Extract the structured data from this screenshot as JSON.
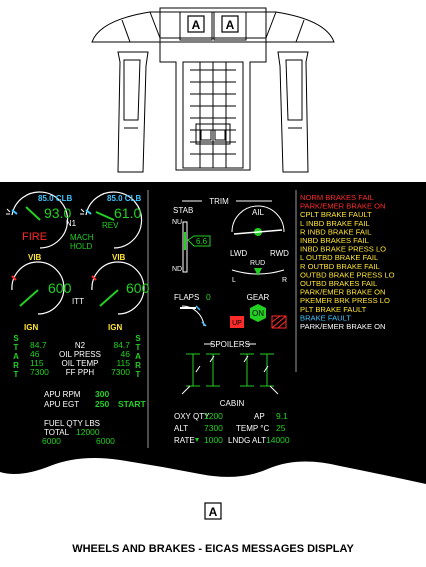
{
  "caption": "WHEELS AND BRAKES - EICAS MESSAGES DISPLAY",
  "callout": "A",
  "colors": {
    "green": "#22d022",
    "cyan": "#3fc6ff",
    "red": "#ff2a2a",
    "yellow": "#ffe533",
    "white": "#ffffff"
  },
  "engine": {
    "n1_left_target": "85.0 CLB",
    "n1_left": "93.0",
    "n1_right_target": "85.0 CLB",
    "n1_right": "61.0",
    "n1_label": "N1",
    "fire": "FIRE",
    "rev": "REV",
    "mach_hold_1": "MACH",
    "mach_hold_2": "HOLD",
    "vib_left": "VIB",
    "vib_right": "VIB",
    "itt_left": "600",
    "itt_right": "600",
    "itt_label": "ITT",
    "ign_left": "IGN",
    "ign_right": "IGN",
    "start_letters": [
      "S",
      "T",
      "A",
      "R",
      "T"
    ],
    "left_vals": [
      "84.7",
      "46",
      "115",
      "7300"
    ],
    "right_vals": [
      "84.7",
      "46",
      "115",
      "7300"
    ],
    "mid_labels": [
      "N2",
      "OIL PRESS",
      "OIL TEMP",
      "FF PPH"
    ],
    "apu_rpm_label": "APU RPM",
    "apu_rpm": "300",
    "apu_egt_label": "APU EGT",
    "apu_egt": "250",
    "apu_start": "START",
    "fuel_qty_label": "FUEL QTY LBS",
    "fuel_total_label": "TOTAL",
    "fuel_total": "12000",
    "fuel_left": "6000",
    "fuel_right": "6000"
  },
  "trim": {
    "title": "TRIM",
    "stab": "STAB",
    "nu": "NU",
    "nd": "ND",
    "stab_val": "6.6",
    "ail": "AIL",
    "lwd": "LWD",
    "rwd": "RWD",
    "rud": "RUD",
    "l": "L",
    "r": "R"
  },
  "flaps": {
    "label": "FLAPS",
    "value": "0"
  },
  "gear": {
    "label": "GEAR",
    "up": "UP",
    "on": "ON"
  },
  "spoilers": {
    "label": "SPOILERS"
  },
  "cabin": {
    "title": "CABIN",
    "oxy_label": "OXY QTY",
    "oxy": "1200",
    "ap_label": "AP",
    "ap": "9.1",
    "alt_label": "ALT",
    "alt": "7300",
    "temp_label": "TEMP  °C",
    "temp": "25",
    "rate_label": "RATE",
    "rate": "1000",
    "lndg_label": "LNDG  ALT",
    "lndg": "14000"
  },
  "messages": [
    {
      "text": "NORM BRAKES FAIL",
      "color": "#ff2a2a"
    },
    {
      "text": "PARK/EMER BRAKE ON",
      "color": "#ff2a2a"
    },
    {
      "text": "CPLT BRAKE FAULT",
      "color": "#ffe533"
    },
    {
      "text": "L INBD BRAKE FAIL",
      "color": "#ffe533"
    },
    {
      "text": "R INBD BRAKE FAIL",
      "color": "#ffe533"
    },
    {
      "text": "INBD BRAKES FAIL",
      "color": "#ffe533"
    },
    {
      "text": "INBD BRAKE PRESS LO",
      "color": "#ffe533"
    },
    {
      "text": "L OUTBD BRAKE FAIL",
      "color": "#ffe533"
    },
    {
      "text": "R OUTBD BRAKE FAIL",
      "color": "#ffe533"
    },
    {
      "text": "OUTBD BRAKE PRESS LO",
      "color": "#ffe533"
    },
    {
      "text": "OUTBD BRAKES FAIL",
      "color": "#ffe533"
    },
    {
      "text": "PARK/EMER BRAKE ON",
      "color": "#ffe533"
    },
    {
      "text": "PKEMER BRK PRESS LO",
      "color": "#ffe533"
    },
    {
      "text": "PLT BRAKE FAULT",
      "color": "#ffe533"
    },
    {
      "text": "BRAKE FAULT",
      "color": "#3fc6ff"
    },
    {
      "text": "PARK/EMER BRAKE ON",
      "color": "#ffffff"
    }
  ]
}
